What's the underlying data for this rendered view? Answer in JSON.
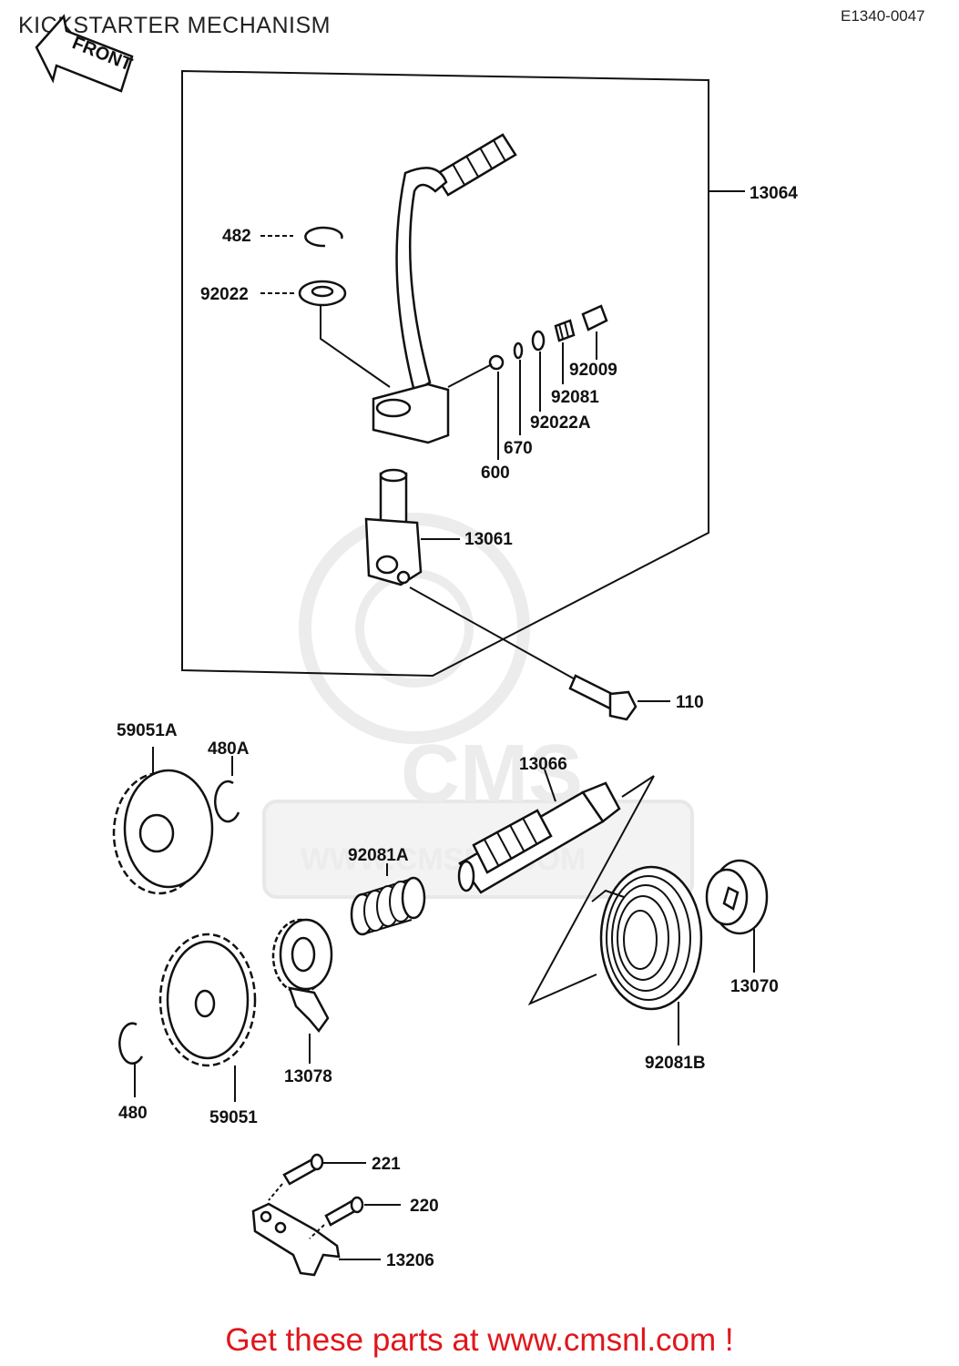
{
  "header": {
    "title": "KICKSTARTER MECHANISM",
    "ref_code": "E1340-0047"
  },
  "front_arrow": {
    "label": "FRONT"
  },
  "watermark": {
    "brand": "CMS",
    "url": "WWW.CMSNL.COM"
  },
  "parts": {
    "p13064": "13064",
    "p482": "482",
    "p92022": "92022",
    "p92009": "92009",
    "p92081": "92081",
    "p92022A": "92022A",
    "p670": "670",
    "p600": "600",
    "p13061": "13061",
    "p110": "110",
    "p59051A": "59051A",
    "p480A": "480A",
    "p13066": "13066",
    "p92081A": "92081A",
    "p13070": "13070",
    "p92081B": "92081B",
    "p13078": "13078",
    "p480": "480",
    "p59051": "59051",
    "p221": "221",
    "p220": "220",
    "p13206": "13206"
  },
  "footer": {
    "text": "Get these parts at www.cmsnl.com !"
  },
  "colors": {
    "footer": "#e0161b",
    "lines": "#111111",
    "watermark": "#ececec"
  }
}
